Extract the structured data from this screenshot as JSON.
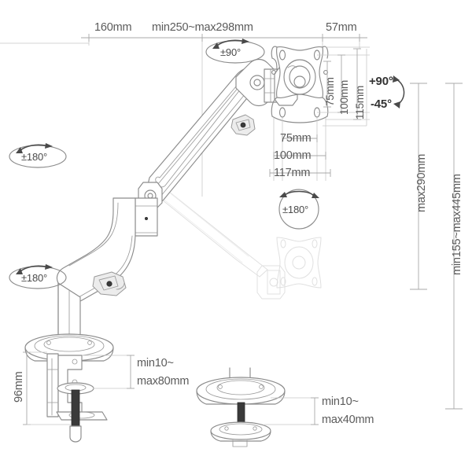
{
  "drawing": {
    "title": "Monitor arm mount dimensional specification",
    "background_color": "#ffffff",
    "line_color": "#8c8c8c",
    "ghost_line_color": "#dcdcdc",
    "text_color": "#5b5b5b"
  },
  "top_dimensions": [
    {
      "id": "depth-base-to-joint",
      "label": "160mm"
    },
    {
      "id": "arm-extension",
      "label": "min250~max298mm"
    },
    {
      "id": "vesa-offset",
      "label": "57mm"
    }
  ],
  "vesa_vertical_dimensions": [
    {
      "id": "vesa-v-75",
      "label": "75mm"
    },
    {
      "id": "vesa-v-100",
      "label": "100mm"
    },
    {
      "id": "vesa-v-115",
      "label": "115mm"
    }
  ],
  "vesa_horizontal_dimensions": [
    {
      "id": "vesa-h-75",
      "label": "75mm"
    },
    {
      "id": "vesa-h-100",
      "label": "100mm"
    },
    {
      "id": "vesa-h-117",
      "label": "117mm"
    }
  ],
  "tilt": {
    "up_label": "+90°",
    "down_label": "-45°"
  },
  "rotation_badges": [
    {
      "id": "rot-top-pan",
      "label": "±90°",
      "style": "ellipse"
    },
    {
      "id": "rot-arm-upper",
      "label": "±180°",
      "style": "ellipse"
    },
    {
      "id": "rot-post-base",
      "label": "±180°",
      "style": "ellipse"
    },
    {
      "id": "rot-vesa-roll",
      "label": "±180°",
      "style": "circle"
    }
  ],
  "height_dimensions": [
    {
      "id": "height-max290",
      "label": "max290mm"
    },
    {
      "id": "height-range",
      "label": "min155~max445mm"
    }
  ],
  "clamp": {
    "post_height_label": "96mm",
    "desk_thickness_label_line1": "min10~",
    "desk_thickness_label_line2": "max80mm"
  },
  "grommet": {
    "desk_thickness_label_line1": "min10~",
    "desk_thickness_label_line2": "max40mm"
  }
}
